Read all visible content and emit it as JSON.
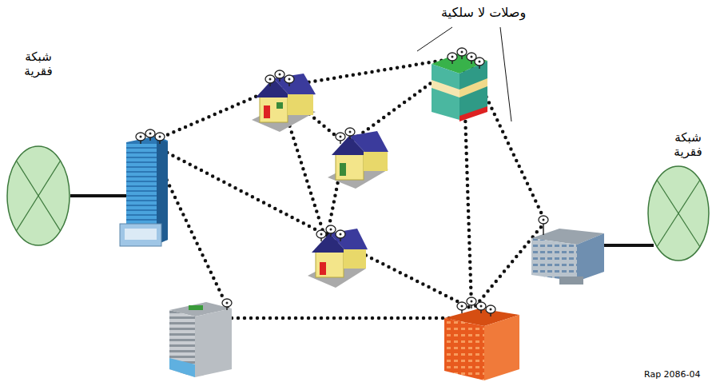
{
  "diagram": {
    "nodes": [
      {
        "text": [
          "شبكة فقرية"
        ]
      },
      {
        "text": [
          "شبكة فقرية"
        ]
      }
    ],
    "labels": [
      "وصلات لا سلكية",
      "Rap 2086-04"
    ]
  }
}
